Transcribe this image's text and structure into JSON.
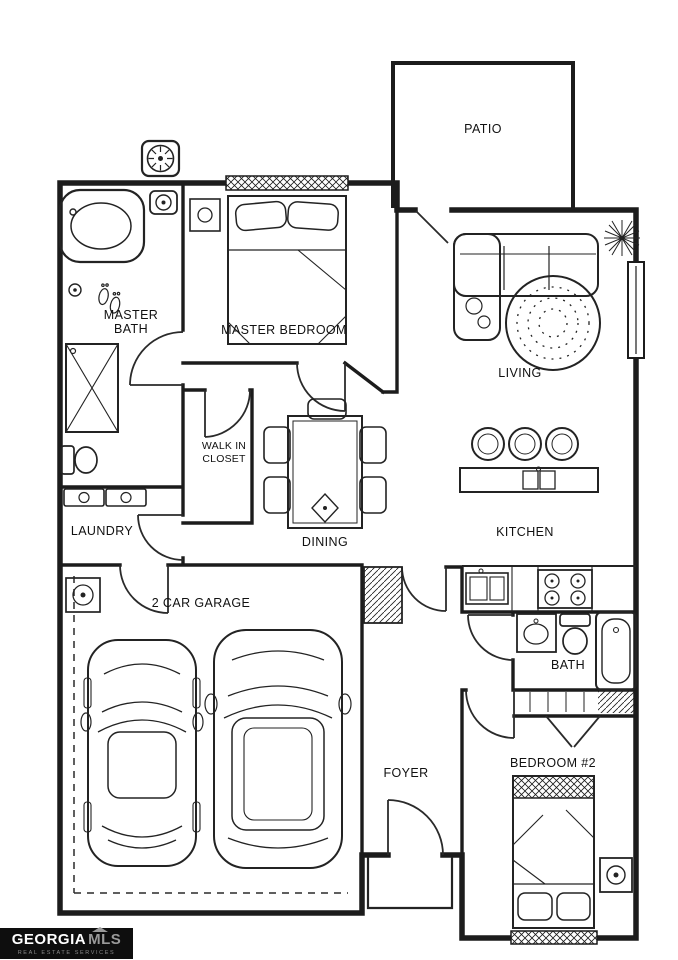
{
  "colors": {
    "line": "#1c1c1c",
    "background": "#ffffff",
    "logo_bg": "#0e0e0e",
    "logo_primary": "#ffffff",
    "logo_secondary": "#9a9a9a"
  },
  "rooms": {
    "patio": "PATIO",
    "master_bath_line1": "MASTER",
    "master_bath_line2": "BATH",
    "master_bedroom": "MASTER BEDROOM",
    "walk_in_closet_line1": "WALK IN",
    "walk_in_closet_line2": "CLOSET",
    "dining": "DINING",
    "living": "LIVING",
    "kitchen": "KITCHEN",
    "laundry": "LAUNDRY",
    "garage": "2 CAR GARAGE",
    "bath": "BATH",
    "foyer": "FOYER",
    "bedroom2": "BEDROOM #2"
  },
  "branding": {
    "name_primary": "GEORGIA",
    "name_secondary": "MLS",
    "tagline": "REAL ESTATE SERVICES"
  }
}
